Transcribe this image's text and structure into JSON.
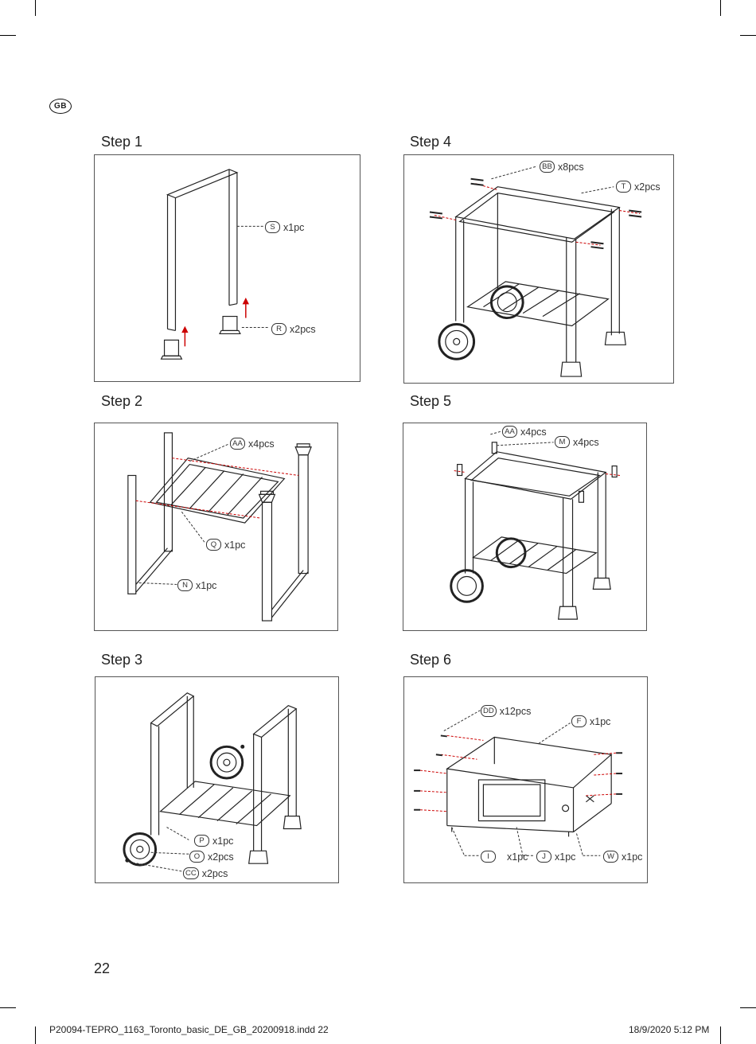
{
  "lang_badge": "GB",
  "page_number": "22",
  "footer": {
    "file": "P20094-TEPRO_1163_Toronto_basic_DE_GB_20200918.indd   22",
    "date": "18/9/2020   5:12 PM"
  },
  "steps": [
    {
      "title": "Step 1",
      "callouts": [
        {
          "tag": "S",
          "text": "x1pc"
        },
        {
          "tag": "R",
          "text": "x2pcs"
        }
      ]
    },
    {
      "title": "Step 2",
      "callouts": [
        {
          "tag": "AA",
          "text": "x4pcs"
        },
        {
          "tag": "Q",
          "text": "x1pc"
        },
        {
          "tag": "N",
          "text": "x1pc"
        }
      ]
    },
    {
      "title": "Step 3",
      "callouts": [
        {
          "tag": "P",
          "text": "x1pc"
        },
        {
          "tag": "O",
          "text": "x2pcs"
        },
        {
          "tag": "CC",
          "text": "x2pcs"
        }
      ]
    },
    {
      "title": "Step 4",
      "callouts": [
        {
          "tag": "BB",
          "text": "x8pcs"
        },
        {
          "tag": "T",
          "text": "x2pcs"
        }
      ]
    },
    {
      "title": "Step 5",
      "callouts": [
        {
          "tag": "AA",
          "text": "x4pcs"
        },
        {
          "tag": "M",
          "text": "x4pcs"
        }
      ]
    },
    {
      "title": "Step 6",
      "callouts": [
        {
          "tag": "DD",
          "text": "x12pcs"
        },
        {
          "tag": "F",
          "text": "x1pc"
        },
        {
          "tag": "I",
          "text": "x1pc"
        },
        {
          "tag": "J",
          "text": "x1pc"
        },
        {
          "tag": "W",
          "text": "x1pc"
        }
      ]
    }
  ]
}
